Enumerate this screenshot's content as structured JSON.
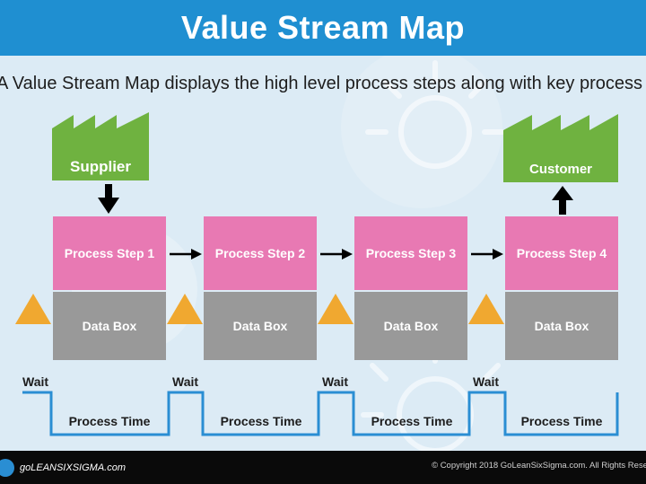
{
  "header": {
    "title": "Value Stream Map"
  },
  "subtitle": "A Value Stream Map displays the high level process steps along with key process dat",
  "supplier": {
    "label": "Supplier"
  },
  "customer": {
    "label": "Customer"
  },
  "steps": [
    {
      "label": "Process Step 1",
      "data_box": "Data Box"
    },
    {
      "label": "Process Step 2",
      "data_box": "Data Box"
    },
    {
      "label": "Process Step 3",
      "data_box": "Data Box"
    },
    {
      "label": "Process Step 4",
      "data_box": "Data Box"
    }
  ],
  "timeline": {
    "wait_label": "Wait",
    "process_time_label": "Process Time"
  },
  "footer": {
    "logo": "goLEANSIXSIGMA.com",
    "copyright": "© Copyright 2018 GoLeanSixSigma.com. All Rights Rese"
  },
  "colors": {
    "header": "#1f8fd1",
    "factory": "#6fb240",
    "process_step": "#e879b3",
    "data_box": "#999999",
    "triangle": "#f0a830",
    "timeline": "#2a8ed3",
    "background": "#dcebf5"
  }
}
